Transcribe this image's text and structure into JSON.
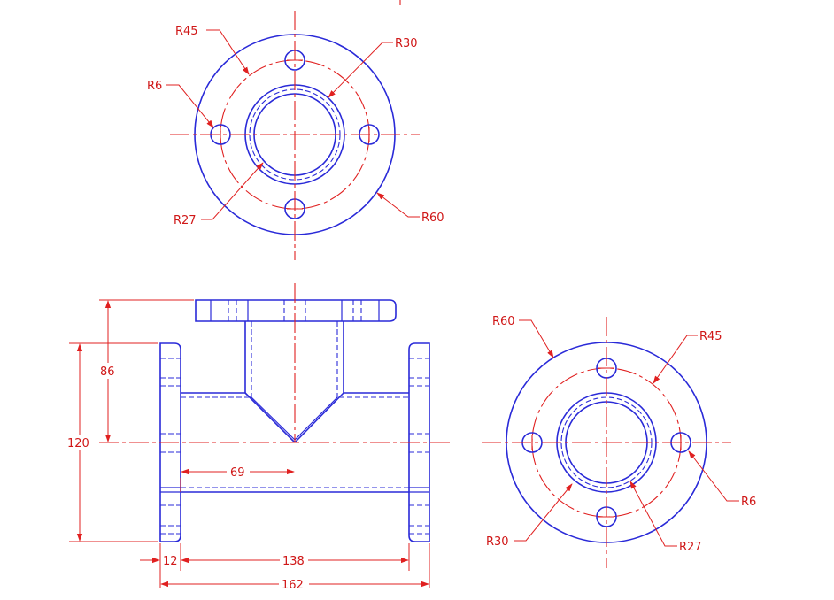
{
  "top_view": {
    "labels": {
      "r45": "R45",
      "r30": "R30",
      "r6": "R6",
      "r27": "R27",
      "r60": "R60"
    }
  },
  "side_view": {
    "labels": {
      "r60": "R60",
      "r45": "R45",
      "r6": "R6",
      "r30": "R30",
      "r27": "R27"
    }
  },
  "front_view": {
    "dimensions": {
      "d86": "86",
      "d120": "120",
      "d69": "69",
      "d12": "12",
      "d138": "138",
      "d162": "162"
    }
  },
  "colors": {
    "object": "#2a2ad8",
    "dimension": "#e02020"
  }
}
